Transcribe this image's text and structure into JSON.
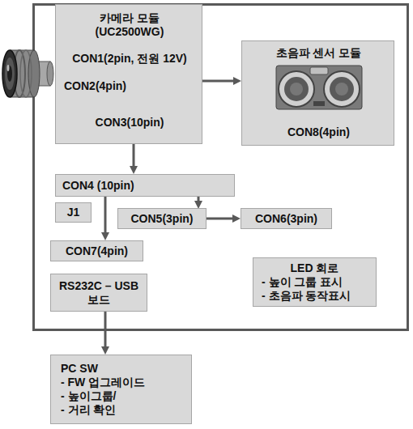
{
  "diagram": {
    "nodes": [
      {
        "text": [
          "카메라 모듈 (UC2500WG)",
          "CON1(2pin, 전원 12V)",
          "CON2(4pin)",
          "CON3(10pin)"
        ]
      },
      {
        "text": [
          "초음파 센서 모듈",
          "CON8(4pin)"
        ]
      },
      {
        "text": [
          "CON4 (10pin)"
        ]
      },
      {
        "text": [
          "J1"
        ]
      },
      {
        "text": [
          "CON5(3pin)"
        ]
      },
      {
        "text": [
          "CON6(3pin)"
        ]
      },
      {
        "text": [
          "CON7(4pin)"
        ]
      },
      {
        "text": [
          "LED 회로",
          "- 높이 그룹 표시",
          "- 초음파 동작표시"
        ]
      },
      {
        "text": [
          "RS232C – USB 보드"
        ]
      },
      {
        "text": [
          "PC SW",
          "- FW 업그레이드",
          "- 높이그룹/",
          "- 거리 확인"
        ]
      }
    ],
    "edges": [
      {
        "from": 0,
        "to": 1,
        "arrow": "to"
      },
      {
        "from": 0,
        "to": 2,
        "arrow": "to"
      },
      {
        "from": 2,
        "to": 4,
        "arrow": "to"
      },
      {
        "from": 4,
        "to": 5,
        "arrow": "to"
      },
      {
        "from": 2,
        "to": 6,
        "arrow": "to"
      },
      {
        "from": 8,
        "to": 9,
        "arrow": "to"
      }
    ]
  }
}
